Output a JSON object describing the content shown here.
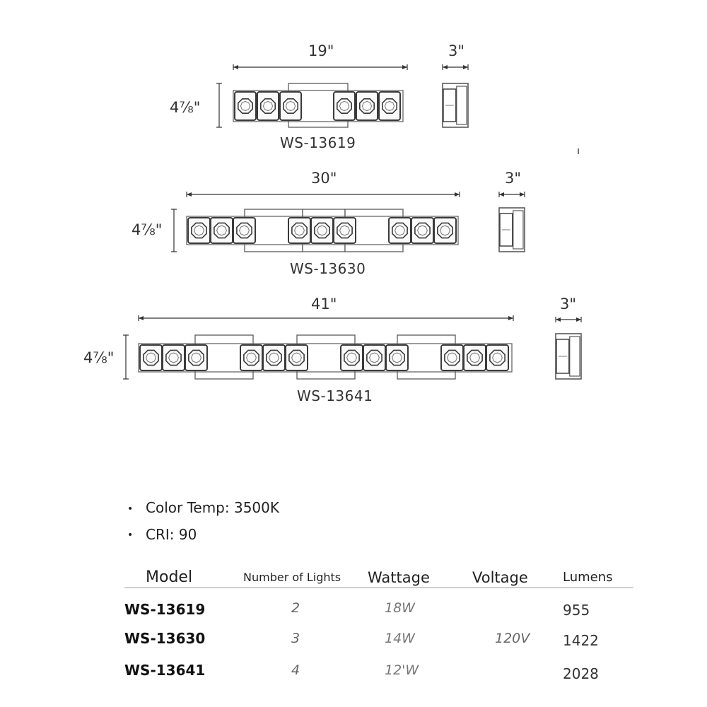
{
  "fixtures": [
    {
      "model": "WS-13619",
      "width_label": "19\"",
      "height_label": "4⅞\"",
      "depth_label": "3\"",
      "sections": 2
    },
    {
      "model": "WS-13630",
      "width_label": "30\"",
      "height_label": "4⅞\"",
      "depth_label": "3\"",
      "sections": 3
    },
    {
      "model": "WS-13641",
      "width_label": "41\"",
      "height_label": "4⅞\"",
      "depth_label": "3\"",
      "sections": 4
    }
  ],
  "specs": [
    {
      "text": "Color Temp: 3500K"
    },
    {
      "text": "CRI: 90"
    }
  ],
  "table": {
    "headers": [
      "Model",
      "Number of Lights",
      "Wattage",
      "Voltage",
      "Lumens"
    ],
    "rows": [
      {
        "model": "WS-13619",
        "lights": "2",
        "wattage": "18W",
        "voltage": "",
        "lumens": "955"
      },
      {
        "model": "WS-13630",
        "lights": "3",
        "wattage": "14W",
        "voltage": "120V",
        "lumens": "1422"
      },
      {
        "model": "WS-13641",
        "lights": "4",
        "wattage": "12'W",
        "voltage": "",
        "lumens": "2028"
      }
    ]
  },
  "colors": {
    "line": "#333333",
    "frame": "#5a5a5a",
    "crystal": "#3a3a3a"
  }
}
